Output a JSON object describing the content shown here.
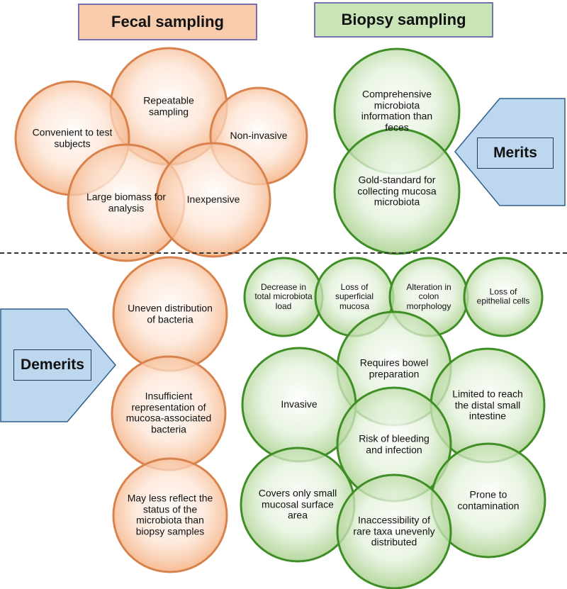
{
  "headers": {
    "fecal": "Fecal sampling",
    "biopsy": "Biopsy sampling"
  },
  "tags": {
    "merits": "Merits",
    "demerits": "Demerits"
  },
  "colors": {
    "fecal_fill": "#f8cbad",
    "fecal_stroke": "#d8834e",
    "biopsy_fill": "#c9e5b8",
    "biopsy_stroke": "#3f8e26",
    "tag_fill": "#bdd7ee",
    "tag_stroke": "#2f5f8a"
  },
  "fecal": {
    "merits": [
      "Repeatable sampling",
      "Convenient to test subjects",
      "Non-invasive",
      "Large biomass for analysis",
      "Inexpensive"
    ],
    "demerits": [
      "Uneven distribution of bacteria",
      "Insufficient representation of mucosa-associated bacteria",
      "May less reflect the status of the microbiota than biopsy samples"
    ]
  },
  "biopsy": {
    "merits": [
      "Comprehensive microbiota information than feces",
      "Gold-standard for collecting mucosa microbiota"
    ],
    "demerits_small": [
      "Decrease in total microbiota load",
      "Loss of superficial mucosa",
      "Alteration in colon morphology",
      "Loss of epithelial cells"
    ],
    "demerits": [
      "Requires bowel preparation",
      "Invasive",
      "Limited to reach the distal small intestine",
      "Risk of bleeding and infection",
      "Covers only small mucosal surface area",
      "Prone to contamination",
      "Inaccessibility of rare taxa unevenly distributed"
    ]
  }
}
